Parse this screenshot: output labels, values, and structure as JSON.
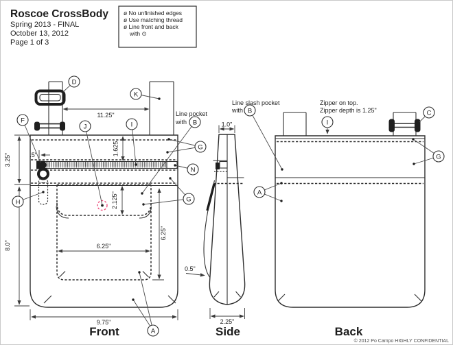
{
  "title_block": {
    "product_name": "Roscoe CrossBody",
    "season": "Spring 2013 - FINAL",
    "date": "October 13, 2012",
    "page": "Page 1 of 3"
  },
  "notes_box": {
    "note1": "ø No unfinished edges",
    "note2": "ø Use matching thread",
    "note3": "ø Line front and back",
    "note4": "with ⊙"
  },
  "views": {
    "front_label": "Front",
    "side_label": "Side",
    "back_label": "Back"
  },
  "annotations": {
    "front_line_pocket_1": "Line pocket",
    "front_line_pocket_2": "with",
    "back_slash_pocket_1": "Line slash pocket",
    "back_slash_pocket_2": "with",
    "back_zipper_note_1": "Zipper on top.",
    "back_zipper_note_2": "Zipper depth is 1.25\""
  },
  "dimensions": {
    "strap_spacing": "11.25\"",
    "top_section_height": "3.25\"",
    "zipper_inset": ".5\"",
    "zipper_from_top": "1.625",
    "flap_depth": "2.125\"",
    "pocket_width": "6.25\"",
    "pocket_height": "6.25\"",
    "lower_section_height": "8.0\"",
    "front_width": "9.75\"",
    "side_top_width": "1.0\"",
    "side_pocket_offset": "0.5\"",
    "side_bottom_width": "2.25\""
  },
  "callout_letters": {
    "A": "A",
    "B": "B",
    "C": "C",
    "D": "D",
    "F": "F",
    "G": "G",
    "H": "H",
    "I": "I",
    "J": "J",
    "K": "K",
    "N": "N"
  },
  "footer": {
    "copyright": "© 2012 Po Campo HIGHLY CONFIDENTIAL"
  },
  "colors": {
    "line_color": "#2e2e2e",
    "alignment_target": "#ee4d7d"
  }
}
